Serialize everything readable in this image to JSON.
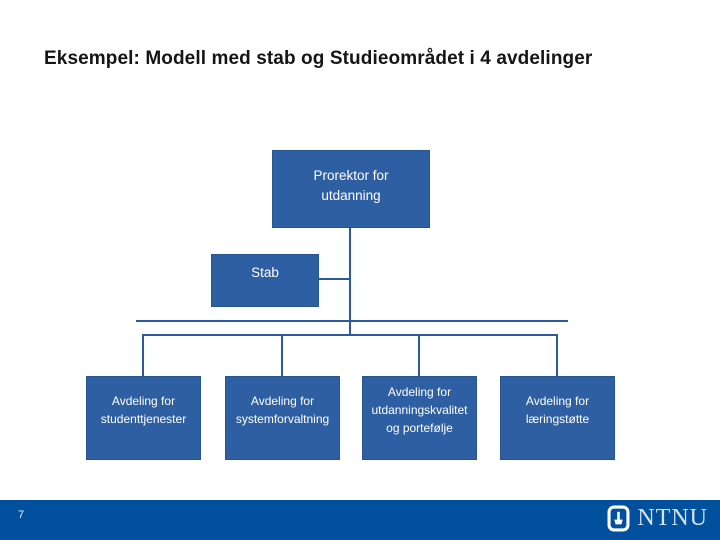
{
  "slide": {
    "title": "Eksempel: Modell med stab og Studieområdet i 4 avdelinger",
    "page_number": "7",
    "logo_text": "NTNU"
  },
  "org_chart": {
    "type": "hierarchy",
    "root": {
      "id": "prorektor",
      "label": "Prorektor for\nutdanning"
    },
    "assistant": {
      "id": "stab",
      "label": "Stab"
    },
    "children": [
      {
        "id": "studenttjenester",
        "label": "Avdeling for\nstudenttjenester"
      },
      {
        "id": "systemforvaltning",
        "label": "Avdeling for\nsystemforvaltning"
      },
      {
        "id": "utdanningskvalitet",
        "label": "Avdeling for\nutdanningskvalitet\nog portefølje"
      },
      {
        "id": "laringstotte",
        "label": "Avdeling for\nlæringstøtte"
      }
    ]
  },
  "colors": {
    "box_fill": "#2E5FA3",
    "box_border": "#27568F",
    "connector": "#2B5A9C",
    "box_text": "#FFFFFF",
    "title_text": "#151515",
    "footer_bar": "#00509E",
    "logo_text": "#D6E3F2"
  }
}
